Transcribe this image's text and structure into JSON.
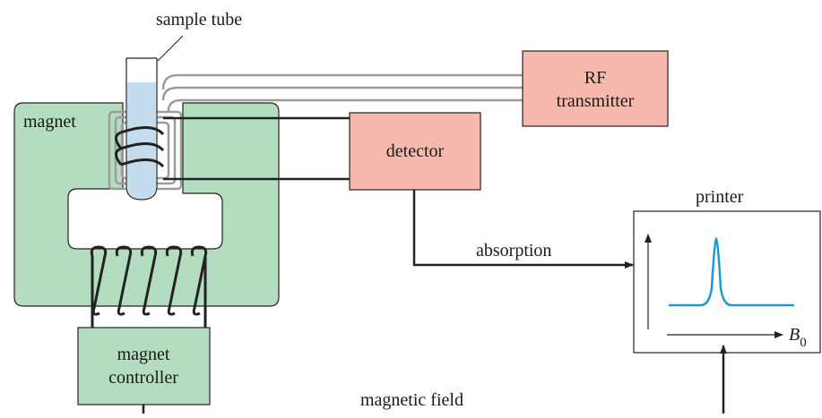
{
  "labels": {
    "sample_tube": "sample tube",
    "magnet": "magnet",
    "rf_line1": "RF",
    "rf_line2": "transmitter",
    "detector": "detector",
    "absorption": "absorption",
    "printer": "printer",
    "b_symbol": "B",
    "b_subscript": "0",
    "controller_line1": "magnet",
    "controller_line2": "controller",
    "magnetic_field": "magnetic field"
  },
  "colors": {
    "magnet_green": "#b3dcc0",
    "box_salmon": "#f7b9ad",
    "sample_blue": "#c5dcee",
    "signal_blue": "#1f9ad0",
    "wire_gray": "#9c9c9c",
    "line_dark": "#222222"
  }
}
